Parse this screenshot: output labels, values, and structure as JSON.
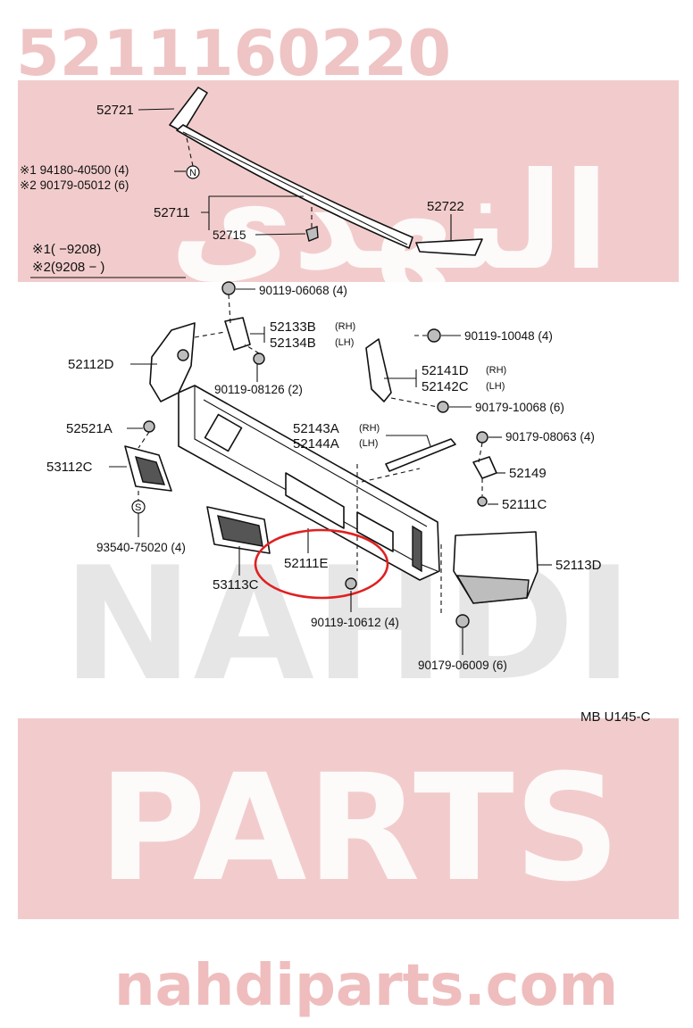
{
  "watermark": {
    "part_number": "5211160220",
    "brand": "NAHDI",
    "parts": "PARTS",
    "site": "nahdiparts.com",
    "arabic": "النهدي"
  },
  "notes": {
    "n1": "※1  94180-40500 (4)",
    "n2": "※2  90179-05012 (6)",
    "range1": "※1(          −9208)",
    "range2": "※2(9208 −          )"
  },
  "labels": {
    "p52721": "52721",
    "p52711": "52711",
    "p52715": "52715",
    "p52722": "52722",
    "p90119_06068": "90119-06068 (4)",
    "p52133B": "52133B",
    "p52134B": "52134B",
    "rh1": "(RH)",
    "lh1": "(LH)",
    "p52112D": "52112D",
    "p90119_08126": "90119-08126 (2)",
    "p90119_10048": "90119-10048 (4)",
    "p52141D": "52141D",
    "p52142C": "52142C",
    "rh2": "(RH)",
    "lh2": "(LH)",
    "p90179_10068": "90179-10068 (6)",
    "p52521A": "52521A",
    "p52143A": "52143A",
    "p52144A": "52144A",
    "rh3": "(RH)",
    "lh3": "(LH)",
    "p90179_08063": "90179-08063 (4)",
    "p53112C": "53112C",
    "p52149": "52149",
    "p52111C": "52111C",
    "p93540_75020": "93540-75020 (4)",
    "p52111E": "52111E",
    "p53113C": "53113C",
    "p52113D": "52113D",
    "p90119_10612": "90119-10612 (4)",
    "p90179_06009": "90179-06009 (6)",
    "mark_n": "N",
    "mark_s": "S",
    "code": "MB  U145-C"
  },
  "colors": {
    "watermark_red": "#efc4c4",
    "highlight": "#e02020"
  }
}
